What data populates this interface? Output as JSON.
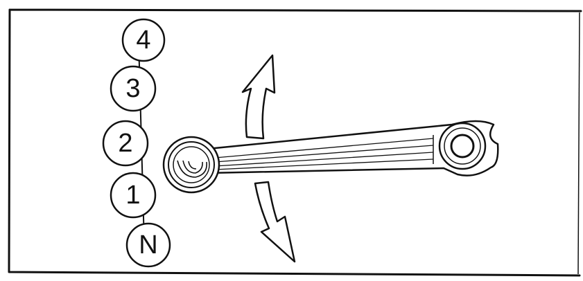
{
  "gear_indicator": {
    "positions": [
      {
        "label": "4"
      },
      {
        "label": "3"
      },
      {
        "label": "2"
      },
      {
        "label": "1"
      },
      {
        "label": "N"
      }
    ]
  },
  "colors": {
    "line": "#111111",
    "background": "#ffffff"
  },
  "icons": {
    "up_arrow": "curved-arrow-up-icon",
    "down_arrow": "curved-arrow-down-icon",
    "lever": "shift-lever-icon"
  }
}
